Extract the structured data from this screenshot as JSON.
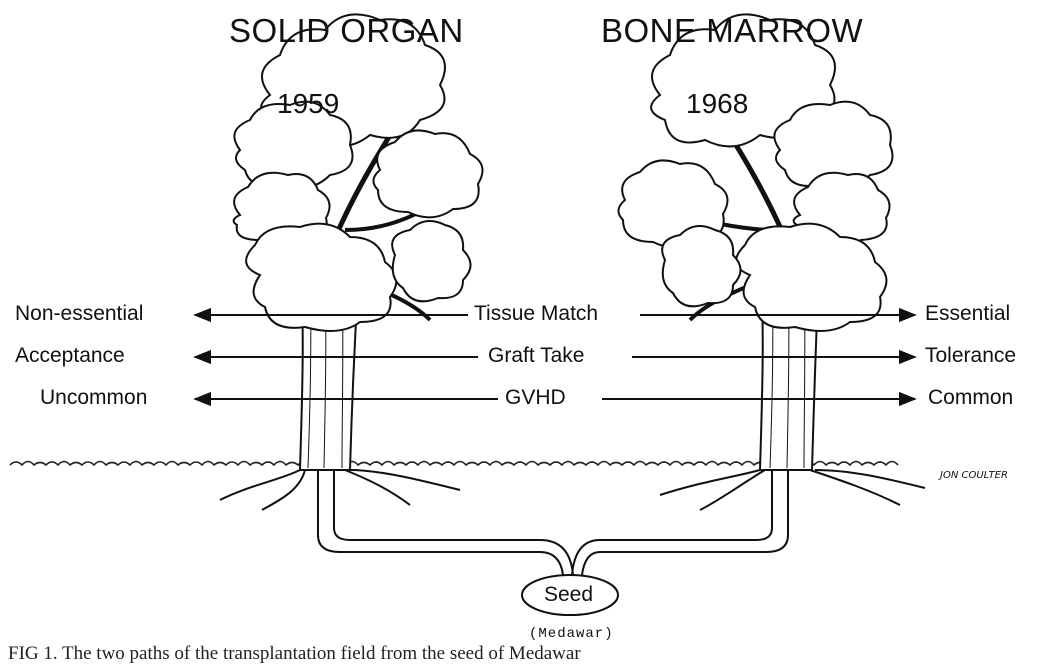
{
  "titles": {
    "left": "SOLID ORGAN",
    "right": "BONE MARROW"
  },
  "years": {
    "left": "1959",
    "right": "1968"
  },
  "rows": [
    {
      "left": "Non-essential",
      "center": "Tissue Match",
      "right": "Essential"
    },
    {
      "left": "Acceptance",
      "center": "Graft Take",
      "right": "Tolerance"
    },
    {
      "left": "Uncommon",
      "center": "GVHD",
      "right": "Common"
    }
  ],
  "seed": {
    "label": "Seed",
    "attribution": "(Medawar)"
  },
  "signature": "JON COULTER",
  "caption": "FIG 1. The two paths of the transplantation field from the seed of Medawar"
}
